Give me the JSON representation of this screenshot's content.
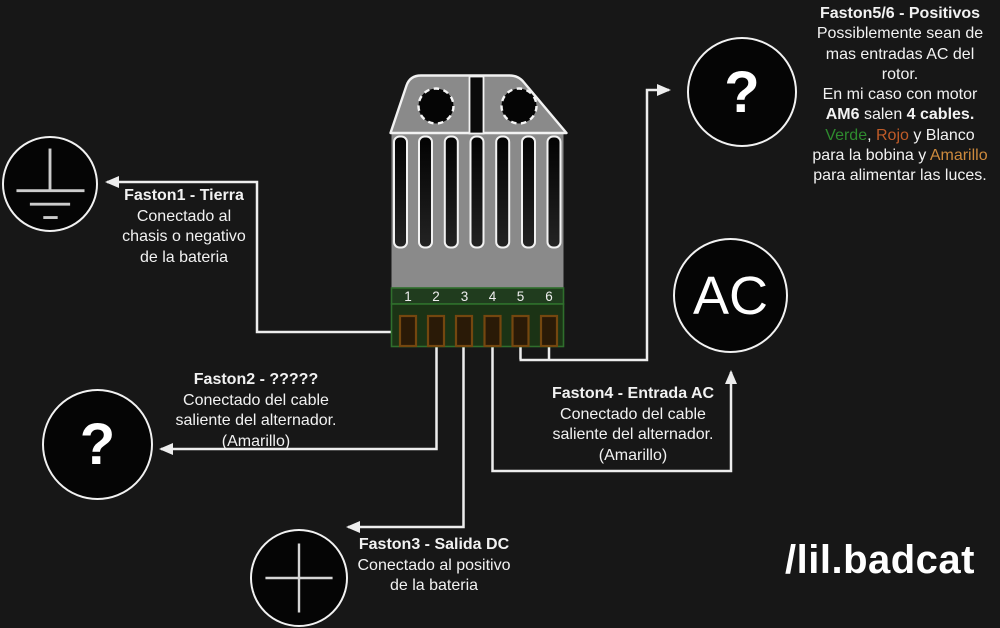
{
  "colors": {
    "background": "#171717",
    "wire": "#ededed",
    "connector_body": "#8a8a8a",
    "board_green": "#203c1e",
    "board_border_green": "#2f6e2c",
    "pin_brown": "#2a1a07",
    "pin_border": "#74470f",
    "verde_text": "#2e8b2e",
    "rojo_text": "#bf5b28",
    "amarillo_text": "#cd8a3d"
  },
  "connector": {
    "pin_numbers": [
      "1",
      "2",
      "3",
      "4",
      "5",
      "6"
    ]
  },
  "nodes": {
    "ground": {
      "symbol": "earth-ground"
    },
    "unknown_left": {
      "label": "?"
    },
    "unknown_top": {
      "label": "?"
    },
    "ac": {
      "label": "AC"
    },
    "positive": {
      "symbol": "plus"
    }
  },
  "labels": {
    "faston1": {
      "title": "Faston1 - Tierra",
      "lines": [
        "Conectado al",
        "chasis o negativo",
        "de la bateria"
      ]
    },
    "faston2": {
      "title": "Faston2 - ?????",
      "lines": [
        "Conectado del cable",
        "saliente del alternador.",
        "(Amarillo)"
      ]
    },
    "faston3": {
      "title": "Faston3 - Salida DC",
      "lines": [
        "Conectado al positivo",
        "de la bateria"
      ]
    },
    "faston4": {
      "title": "Faston4 - Entrada AC",
      "lines": [
        "Conectado del cable",
        "saliente del alternador.",
        "(Amarillo)"
      ]
    },
    "faston56": {
      "title": "Faston5/6 - Positivos",
      "line1": "Possiblemente sean de",
      "line2": "mas entradas AC del",
      "line3": "rotor.",
      "line4": "En mi caso con motor",
      "line5_bold1": "AM6",
      "line5_mid": " salen ",
      "line5_bold2": "4 cables.",
      "line6_verde": "Verde",
      "line6_sep": ", ",
      "line6_rojo": "Rojo",
      "line6_rest": " y Blanco",
      "line7_start": "para la bobina y ",
      "line7_amarillo": "Amarillo",
      "line8": "para alimentar las luces."
    }
  },
  "watermark": {
    "text": "/lil.badcat"
  }
}
